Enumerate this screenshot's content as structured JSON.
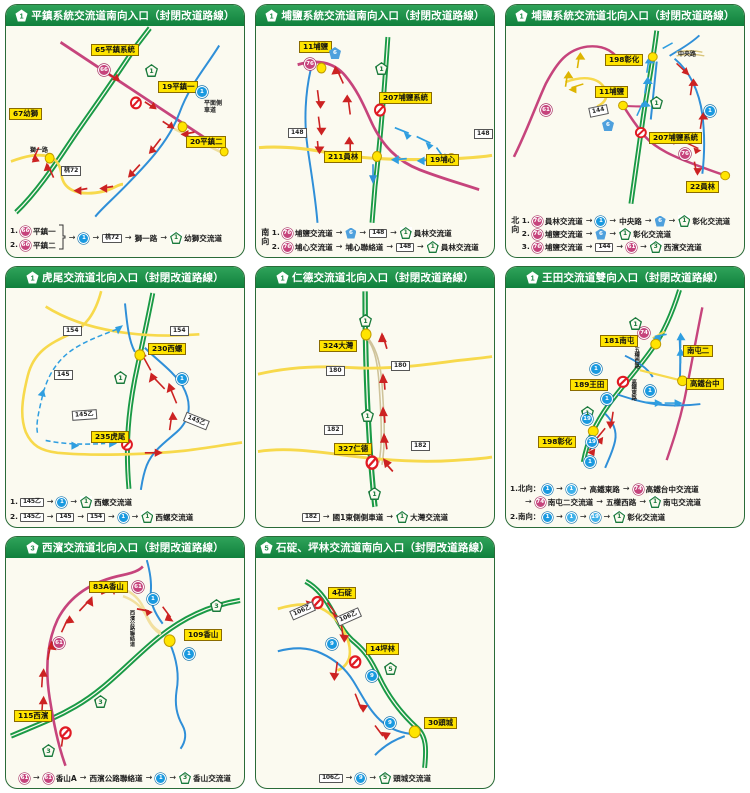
{
  "panels": [
    {
      "id": "pingzhen",
      "badge": "1",
      "badge_type": "national",
      "title": "平鎮系統交流道南向入口（封閉改道路線）",
      "map_labels": [
        {
          "text": "65平鎮系統",
          "type": "chip"
        },
        {
          "text": "19平鎮一",
          "type": "chip"
        },
        {
          "text": "67幼獅",
          "type": "chip"
        },
        {
          "text": "20平鎮二",
          "type": "chip"
        },
        {
          "text": "桃72",
          "type": "roadbox"
        },
        {
          "text": "獅一路",
          "type": "small"
        },
        {
          "text": "平面側車道",
          "type": "small"
        },
        {
          "text": "66",
          "type": "badge-prov"
        },
        {
          "text": "1",
          "type": "badge-nat"
        },
        {
          "text": "1",
          "type": "badge-free"
        }
      ],
      "legend_dir": "",
      "legend_lines": [
        {
          "ordinal": "1.",
          "items": [
            {
              "kind": "prov",
              "text": "66"
            },
            {
              "kind": "label",
              "text": "平鎮一"
            }
          ]
        },
        {
          "ordinal": "2.",
          "items": [
            {
              "kind": "prov",
              "text": "66"
            },
            {
              "kind": "label",
              "text": "平鎮二"
            }
          ]
        },
        {
          "ordinal": "",
          "brace": true,
          "items": [
            {
              "kind": "free",
              "text": "1"
            },
            {
              "kind": "arrow"
            },
            {
              "kind": "road",
              "text": "桃72"
            },
            {
              "kind": "arrow"
            },
            {
              "kind": "label",
              "text": "獅一路"
            },
            {
              "kind": "arrow"
            },
            {
              "kind": "nat",
              "text": "1"
            },
            {
              "kind": "label",
              "text": "幼獅交流道"
            }
          ]
        }
      ]
    },
    {
      "id": "puyan-south",
      "badge": "1",
      "badge_type": "national",
      "title": "埔鹽系統交流道南向入口（封閉改道路線）",
      "map_labels": [
        {
          "text": "11埔鹽",
          "type": "chip"
        },
        {
          "text": "207埔鹽系統",
          "type": "chip"
        },
        {
          "text": "211員林",
          "type": "chip"
        },
        {
          "text": "19埔心",
          "type": "chip"
        },
        {
          "text": "148",
          "type": "roadbox"
        },
        {
          "text": "148",
          "type": "roadbox"
        },
        {
          "text": "76",
          "type": "badge-prov"
        },
        {
          "text": "1",
          "type": "badge-nat"
        },
        {
          "text": "6",
          "type": "badge-exp"
        }
      ],
      "legend_dir": "南向",
      "legend_lines": [
        {
          "ordinal": "1.",
          "items": [
            {
              "kind": "prov",
              "text": "76"
            },
            {
              "kind": "label",
              "text": "埔鹽交流道"
            },
            {
              "kind": "arrow"
            },
            {
              "kind": "exp",
              "text": "6"
            },
            {
              "kind": "arrow"
            },
            {
              "kind": "road",
              "text": "148"
            },
            {
              "kind": "arrow"
            },
            {
              "kind": "nat",
              "text": "1"
            },
            {
              "kind": "label",
              "text": "員林交流道"
            }
          ]
        },
        {
          "ordinal": "2.",
          "items": [
            {
              "kind": "prov",
              "text": "76"
            },
            {
              "kind": "label",
              "text": "埔心交流道"
            },
            {
              "kind": "arrow"
            },
            {
              "kind": "label",
              "text": "埔心聯絡道"
            },
            {
              "kind": "arrow"
            },
            {
              "kind": "road",
              "text": "148"
            },
            {
              "kind": "arrow"
            },
            {
              "kind": "nat",
              "text": "1"
            },
            {
              "kind": "label",
              "text": "員林交流道"
            }
          ]
        }
      ]
    },
    {
      "id": "puyan-north",
      "badge": "1",
      "badge_type": "national",
      "title": "埔鹽系統交流道北向入口（封閉改道路線）",
      "map_labels": [
        {
          "text": "198彰化",
          "type": "chip"
        },
        {
          "text": "11埔鹽",
          "type": "chip"
        },
        {
          "text": "207埔鹽系統",
          "type": "chip"
        },
        {
          "text": "22員林",
          "type": "chip"
        },
        {
          "text": "中央路",
          "type": "small"
        },
        {
          "text": "144",
          "type": "roadbox"
        },
        {
          "text": "61",
          "type": "badge-prov"
        },
        {
          "text": "76",
          "type": "badge-prov"
        },
        {
          "text": "1",
          "type": "badge-nat"
        },
        {
          "text": "1",
          "type": "badge-free"
        },
        {
          "text": "6",
          "type": "badge-exp"
        }
      ],
      "legend_dir": "北向",
      "legend_lines": [
        {
          "ordinal": "1.",
          "items": [
            {
              "kind": "prov",
              "text": "76"
            },
            {
              "kind": "label",
              "text": "員林交流道"
            },
            {
              "kind": "arrow"
            },
            {
              "kind": "free",
              "text": "1"
            },
            {
              "kind": "arrow"
            },
            {
              "kind": "label",
              "text": "中央路"
            },
            {
              "kind": "arrow"
            },
            {
              "kind": "exp",
              "text": "6"
            },
            {
              "kind": "arrow"
            },
            {
              "kind": "nat",
              "text": "1"
            },
            {
              "kind": "label",
              "text": "彰化交流道"
            }
          ]
        },
        {
          "ordinal": "2.",
          "items": [
            {
              "kind": "prov",
              "text": "76"
            },
            {
              "kind": "label",
              "text": "埔鹽交流道"
            },
            {
              "kind": "arrow"
            },
            {
              "kind": "exp",
              "text": "6"
            },
            {
              "kind": "arrow"
            },
            {
              "kind": "nat",
              "text": "1"
            },
            {
              "kind": "label",
              "text": "彰化交流道"
            }
          ]
        },
        {
          "ordinal": "3.",
          "items": [
            {
              "kind": "prov",
              "text": "76"
            },
            {
              "kind": "label",
              "text": "埔鹽交流道"
            },
            {
              "kind": "arrow"
            },
            {
              "kind": "road",
              "text": "144"
            },
            {
              "kind": "arrow"
            },
            {
              "kind": "prov",
              "text": "61"
            },
            {
              "kind": "arrow"
            },
            {
              "kind": "nat",
              "text": "3"
            },
            {
              "kind": "label",
              "text": "西濱交流道"
            }
          ]
        }
      ]
    },
    {
      "id": "huwei",
      "badge": "1",
      "badge_type": "national",
      "title": "虎尾交流道北向入口（封閉改道路線）",
      "map_labels": [
        {
          "text": "230西螺",
          "type": "chip"
        },
        {
          "text": "235虎尾",
          "type": "chip"
        },
        {
          "text": "154",
          "type": "roadbox"
        },
        {
          "text": "154",
          "type": "roadbox"
        },
        {
          "text": "145",
          "type": "roadbox"
        },
        {
          "text": "145乙",
          "type": "roadbox"
        },
        {
          "text": "145乙",
          "type": "roadbox"
        },
        {
          "text": "1",
          "type": "badge-nat"
        },
        {
          "text": "1",
          "type": "badge-free"
        }
      ],
      "legend_dir": "",
      "legend_lines": [
        {
          "ordinal": "1.",
          "items": [
            {
              "kind": "road",
              "text": "145乙"
            },
            {
              "kind": "arrow"
            },
            {
              "kind": "free",
              "text": "1"
            },
            {
              "kind": "arrow"
            },
            {
              "kind": "nat",
              "text": "1"
            },
            {
              "kind": "label",
              "text": "西螺交流道"
            }
          ]
        },
        {
          "ordinal": "2.",
          "items": [
            {
              "kind": "road",
              "text": "145乙"
            },
            {
              "kind": "arrow"
            },
            {
              "kind": "road",
              "text": "145"
            },
            {
              "kind": "arrow"
            },
            {
              "kind": "road",
              "text": "154"
            },
            {
              "kind": "arrow"
            },
            {
              "kind": "free",
              "text": "1"
            },
            {
              "kind": "arrow"
            },
            {
              "kind": "nat",
              "text": "1"
            },
            {
              "kind": "label",
              "text": "西螺交流道"
            }
          ]
        }
      ]
    },
    {
      "id": "rende",
      "badge": "1",
      "badge_type": "national",
      "title": "仁德交流道北向入口（封閉改道路線）",
      "map_labels": [
        {
          "text": "324大灣",
          "type": "chip"
        },
        {
          "text": "327仁德",
          "type": "chip"
        },
        {
          "text": "180",
          "type": "roadbox"
        },
        {
          "text": "180",
          "type": "roadbox"
        },
        {
          "text": "182",
          "type": "roadbox"
        },
        {
          "text": "182",
          "type": "roadbox"
        },
        {
          "text": "1",
          "type": "badge-nat"
        }
      ],
      "legend_dir": "",
      "legend_lines": [
        {
          "ordinal": "",
          "items": [
            {
              "kind": "road",
              "text": "182"
            },
            {
              "kind": "arrow"
            },
            {
              "kind": "label",
              "text": "國1東側側車道"
            },
            {
              "kind": "arrow"
            },
            {
              "kind": "nat",
              "text": "1"
            },
            {
              "kind": "label",
              "text": "大灣交流道"
            }
          ]
        }
      ]
    },
    {
      "id": "wangtian",
      "badge": "1",
      "badge_type": "national",
      "title": "王田交流道雙向入口（封閉改道路線）",
      "map_labels": [
        {
          "text": "181南屯",
          "type": "chip"
        },
        {
          "text": "南屯二",
          "type": "chip"
        },
        {
          "text": "高鐵台中",
          "type": "chip"
        },
        {
          "text": "189王田",
          "type": "chip"
        },
        {
          "text": "198彰化",
          "type": "chip"
        },
        {
          "text": "五權西路",
          "type": "small"
        },
        {
          "text": "高鐵東路",
          "type": "small"
        },
        {
          "text": "74",
          "type": "badge-prov"
        },
        {
          "text": "1",
          "type": "badge-nat"
        },
        {
          "text": "1",
          "type": "badge-free"
        },
        {
          "text": "19",
          "type": "badge-free"
        }
      ],
      "legend_dir": "",
      "legend_lines": [
        {
          "ordinal": "1.北向：",
          "items": [
            {
              "kind": "free",
              "text": "1"
            },
            {
              "kind": "arrow"
            },
            {
              "kind": "free",
              "text": "1"
            },
            {
              "kind": "arrow"
            },
            {
              "kind": "label",
              "text": "高鐵東路"
            },
            {
              "kind": "arrow"
            },
            {
              "kind": "prov",
              "text": "74"
            },
            {
              "kind": "label",
              "text": "高鐵台中交流道"
            }
          ]
        },
        {
          "ordinal": "",
          "cont": true,
          "items": [
            {
              "kind": "arrow"
            },
            {
              "kind": "prov",
              "text": "74"
            },
            {
              "kind": "label",
              "text": "南屯二交流道"
            },
            {
              "kind": "arrow"
            },
            {
              "kind": "label",
              "text": "五權西路"
            },
            {
              "kind": "arrow"
            },
            {
              "kind": "nat",
              "text": "1"
            },
            {
              "kind": "label",
              "text": "南屯交流道"
            }
          ]
        },
        {
          "ordinal": "2.南向：",
          "items": [
            {
              "kind": "free",
              "text": "1"
            },
            {
              "kind": "arrow"
            },
            {
              "kind": "free",
              "text": "1"
            },
            {
              "kind": "arrow"
            },
            {
              "kind": "free",
              "text": "19"
            },
            {
              "kind": "arrow"
            },
            {
              "kind": "nat",
              "text": "1"
            },
            {
              "kind": "label",
              "text": "彰化交流道"
            }
          ]
        }
      ]
    },
    {
      "id": "xibin",
      "badge": "3",
      "badge_type": "national",
      "title": "西濱交流道北向入口（封閉改道路線）",
      "map_labels": [
        {
          "text": "83A香山",
          "type": "chip"
        },
        {
          "text": "109香山",
          "type": "chip"
        },
        {
          "text": "115西濱",
          "type": "chip"
        },
        {
          "text": "西濱公路聯絡道",
          "type": "small"
        },
        {
          "text": "61",
          "type": "badge-prov"
        },
        {
          "text": "61",
          "type": "badge-prov"
        },
        {
          "text": "3",
          "type": "badge-nat"
        },
        {
          "text": "3",
          "type": "badge-nat"
        },
        {
          "text": "3",
          "type": "badge-nat"
        },
        {
          "text": "1",
          "type": "badge-free"
        },
        {
          "text": "1",
          "type": "badge-free"
        }
      ],
      "legend_dir": "",
      "legend_lines": [
        {
          "ordinal": "",
          "items": [
            {
              "kind": "prov",
              "text": "61"
            },
            {
              "kind": "arrow"
            },
            {
              "kind": "prov",
              "text": "61"
            },
            {
              "kind": "label",
              "text": "香山A"
            },
            {
              "kind": "arrow"
            },
            {
              "kind": "label",
              "text": "西濱公路聯絡道"
            },
            {
              "kind": "arrow"
            },
            {
              "kind": "free",
              "text": "1"
            },
            {
              "kind": "arrow"
            },
            {
              "kind": "nat",
              "text": "3"
            },
            {
              "kind": "label",
              "text": "香山交流道"
            }
          ]
        }
      ]
    },
    {
      "id": "shiding-pinglin",
      "badge": "5",
      "badge_type": "national",
      "title": "石碇、坪林交流道南向入口（封閉改道路線）",
      "map_labels": [
        {
          "text": "4石碇",
          "type": "chip"
        },
        {
          "text": "14坪林",
          "type": "chip"
        },
        {
          "text": "30頭城",
          "type": "chip"
        },
        {
          "text": "106乙",
          "type": "roadbox"
        },
        {
          "text": "106乙",
          "type": "roadbox"
        },
        {
          "text": "9",
          "type": "badge-free"
        },
        {
          "text": "9",
          "type": "badge-free"
        },
        {
          "text": "9",
          "type": "badge-free"
        },
        {
          "text": "5",
          "type": "badge-nat"
        }
      ],
      "legend_dir": "",
      "legend_lines": [
        {
          "ordinal": "",
          "items": [
            {
              "kind": "road",
              "text": "106乙"
            },
            {
              "kind": "arrow"
            },
            {
              "kind": "free",
              "text": "9"
            },
            {
              "kind": "arrow"
            },
            {
              "kind": "nat",
              "text": "5"
            },
            {
              "kind": "label",
              "text": "頭城交流道"
            }
          ]
        }
      ]
    }
  ],
  "colors": {
    "header_green": "#1c8a46",
    "card_bg": "#fbfaf0",
    "card_border": "#2a6b38",
    "freeway_green": "#1a9a46",
    "provincial_pink": "#c6447c",
    "road_yellow": "#f7d94c",
    "blue_route": "#2f8fd8",
    "arrow_red": "#cc2222",
    "arrow_blue": "#2f9ee0",
    "chip_yellow": "#ffe400"
  }
}
